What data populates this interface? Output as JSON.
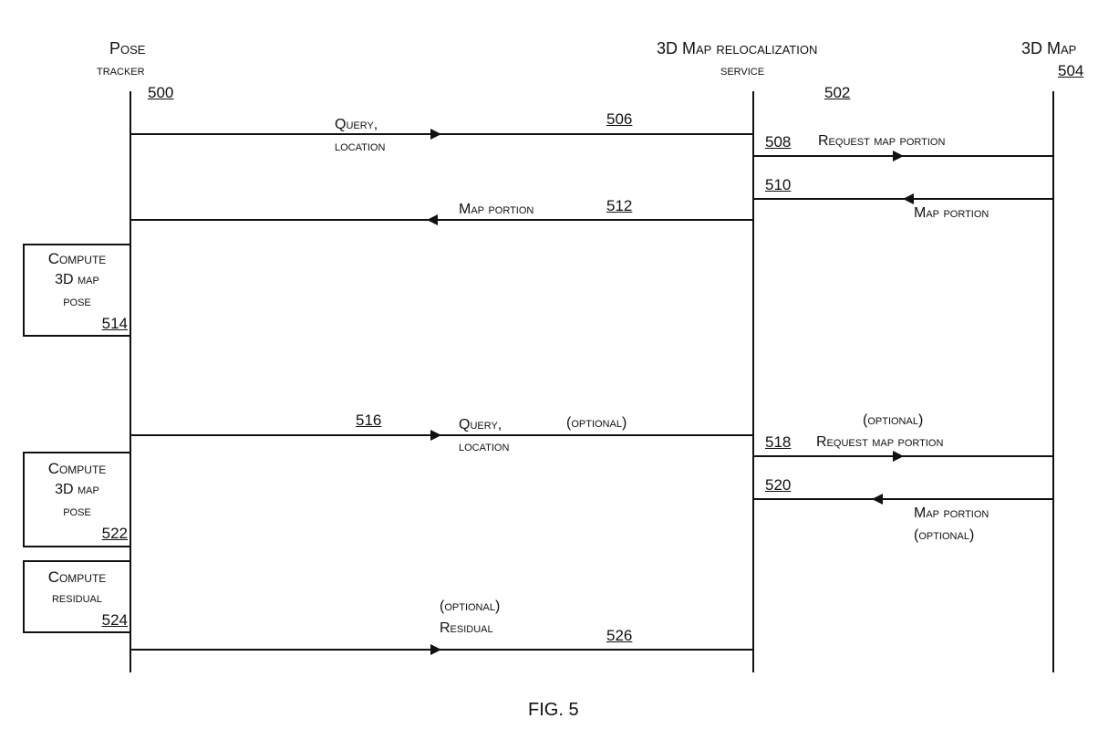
{
  "figure_caption": "FIG. 5",
  "participants": [
    {
      "name_line1": "Pose",
      "name_line2": "tracker",
      "ref": "500"
    },
    {
      "name_line1": "3D Map relocalization",
      "name_line2": "service",
      "ref": "502"
    },
    {
      "name_line1": "3D Map",
      "name_line2": "",
      "ref": "504"
    }
  ],
  "messages": [
    {
      "ref": "506",
      "from": "Pose tracker",
      "to": "3D Map relocalization service",
      "label_line1": "Query,",
      "label_line2": "location"
    },
    {
      "ref": "508",
      "from": "3D Map relocalization service",
      "to": "3D Map",
      "label_line1": "Request map portion"
    },
    {
      "ref": "510",
      "from": "3D Map",
      "to": "3D Map relocalization service",
      "label_line1": "Map portion"
    },
    {
      "ref": "512",
      "from": "3D Map relocalization service",
      "to": "Pose tracker",
      "label_line1": "Map portion"
    },
    {
      "ref": "516",
      "from": "Pose tracker",
      "to": "3D Map relocalization service",
      "label_line1": "Query,",
      "label_line2": "location",
      "optional": "(optional)"
    },
    {
      "ref": "518",
      "from": "3D Map relocalization service",
      "to": "3D Map",
      "label_line1": "Request map portion",
      "optional": "(optional)"
    },
    {
      "ref": "520",
      "from": "3D Map",
      "to": "3D Map relocalization service",
      "label_line1": "Map portion",
      "optional": "(optional)"
    },
    {
      "ref": "526",
      "from": "Pose tracker",
      "to": "3D Map relocalization service",
      "label_line1": "Residual",
      "optional": "(optional)"
    }
  ],
  "process_boxes": [
    {
      "ref": "514",
      "line1": "Compute",
      "line2": "3D map",
      "line3": "pose"
    },
    {
      "ref": "522",
      "line1": "Compute",
      "line2": "3D map",
      "line3": "pose"
    },
    {
      "ref": "524",
      "line1": "Compute",
      "line2": "residual"
    }
  ]
}
